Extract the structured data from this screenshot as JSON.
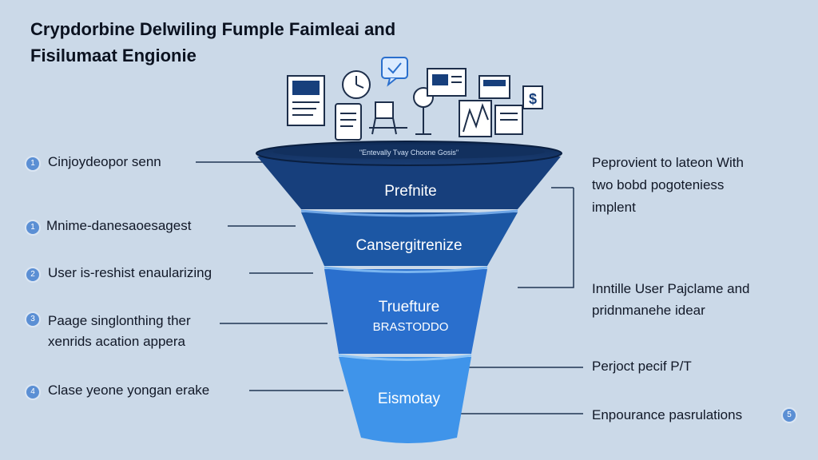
{
  "title_line1": "Crypdorbine Delwiling Fumple Faimleai and",
  "title_line2": "Fisilumaat Engionie",
  "funnel_top_caption": "\"Entevally Tvay Choone Gosis\"",
  "stages": [
    {
      "label": "Prefnite",
      "color": "#173f7c"
    },
    {
      "label": "Cansergitrenize",
      "color": "#1c57a4"
    },
    {
      "label": "Truefture",
      "sub": "BRASTODDO",
      "color": "#2a6fcd"
    },
    {
      "label": "Eismotay",
      "color": "#3f94ea"
    }
  ],
  "left_items": [
    {
      "badge": "1",
      "text": "Cinjoydeopor senn"
    },
    {
      "badge": "1",
      "text": "Mnime-danesaoesagest"
    },
    {
      "badge": "2",
      "text": "User is-reshist enaularizing"
    },
    {
      "badge": "3",
      "text_line1": "Paage singlonthing ther",
      "text_line2": "xenrids acation appera"
    },
    {
      "badge": "4",
      "text": "Clase yeone yongan erake"
    }
  ],
  "right_items": [
    {
      "text_line1": "Peprovient to lateon With",
      "text_line2": "two bobd pogoteniess",
      "text_line3": "implent"
    },
    {
      "text_line1": "Inntille User Pajclame and",
      "text_line2": "pridnmanehe idear"
    },
    {
      "text": "Perjoct pecif P/T"
    },
    {
      "text": "Enpourance pasrulations",
      "badge": "5"
    }
  ],
  "colors": {
    "background": "#cbd9e8",
    "accent": "#5b8fd4",
    "connector": "#1f3553"
  },
  "icons": [
    "document-icon",
    "tablet-icon",
    "clock-icon",
    "chair-icon",
    "chat-bubble-icon",
    "magnifier-icon",
    "browser-window-icon",
    "chart-icon",
    "monitor-icon",
    "dollar-icon"
  ]
}
